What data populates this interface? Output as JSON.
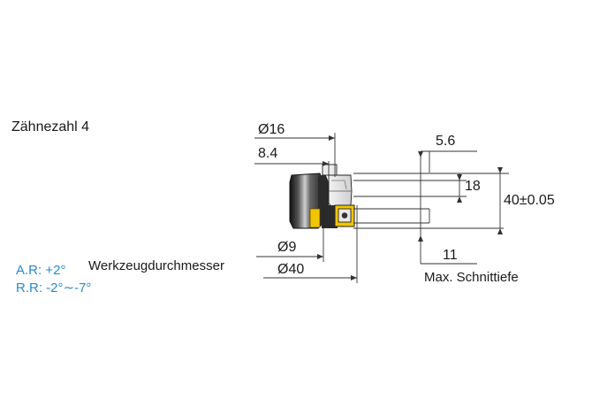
{
  "teeth_label": "Zähnezahl 4",
  "dimensions": {
    "bore": "Ø16",
    "bore_offset": "8.4",
    "insert_width": "5.6",
    "insert_height": "18",
    "total_height": "40±0.05",
    "inner_diameter": "Ø9",
    "cutter_diameter": "Ø40",
    "cut_offset": "11"
  },
  "labels": {
    "cutter_diameter_title": "Werkzeugdurchmesser",
    "max_depth_title": "Max. Schnittiefe"
  },
  "angles": {
    "axial_rake": "A.R: +2°",
    "radial_rake": "R.R: -2°∼-7°"
  },
  "colors": {
    "angle_text": "#2a8ac9",
    "insert_yellow": "#f2c500",
    "body_dark": "#1a1a1a"
  }
}
